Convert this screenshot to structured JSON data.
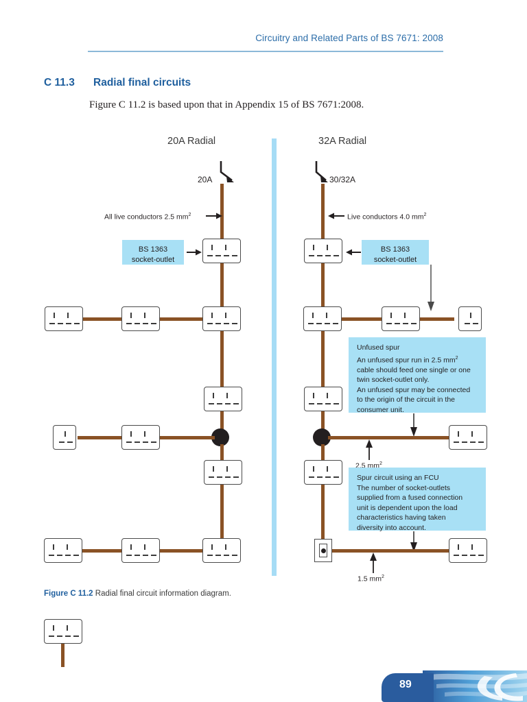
{
  "header": {
    "running_head": "Circuitry and Related Parts of BS 7671: 2008"
  },
  "section": {
    "number": "C 11.3",
    "title": "Radial final circuits",
    "intro": "Figure C 11.2 is based upon that in Appendix 15 of BS 7671:2008."
  },
  "figure": {
    "caption_label": "Figure C 11.2",
    "caption_text": "Radial final circuit information diagram.",
    "left": {
      "title": "20A Radial",
      "breaker_rating": "20A",
      "conductor_note": "All live conductors 2.5 mm",
      "conductor_note_sup": "2",
      "socket_callout_line1": "BS 1363",
      "socket_callout_line2": "socket-outlet"
    },
    "right": {
      "title": "32A Radial",
      "breaker_rating": "30/32A",
      "conductor_note": "Live conductors 4.0 mm",
      "conductor_note_sup": "2",
      "socket_callout_line1": "BS 1363",
      "socket_callout_line2": "socket-outlet",
      "unfused_spur": {
        "heading": "Unfused spur",
        "line1": "An unfused spur run in 2.5 mm",
        "line1_sup": "2",
        "line2": "cable should feed one single or one",
        "line3": "twin socket-outlet only.",
        "line4": "An unfused spur may be connected",
        "line5": "to the origin of the circuit in the",
        "line6": "consumer unit."
      },
      "spur_cable_size": "2.5 mm",
      "spur_cable_size_sup": "2",
      "fcu_spur": {
        "heading": "Spur circuit using an FCU",
        "line1": "The number of socket-outlets",
        "line2": "supplied from a fused connection",
        "line3": "unit is dependent upon the load",
        "line4": "characteristics having taken",
        "line5": "diversity into account."
      },
      "fcu_cable_size": "1.5 mm",
      "fcu_cable_size_sup": "2"
    }
  },
  "footer": {
    "page_number": "89"
  },
  "colors": {
    "heading_blue": "#1f5f9e",
    "running_head_blue": "#2a6ca8",
    "rule_blue": "#8cb8d8",
    "callout_blue": "#a8e0f5",
    "divider_blue": "#a6dcf5",
    "cable_brown": "#8a5225",
    "page_tab_blue": "#2a5c9e"
  }
}
